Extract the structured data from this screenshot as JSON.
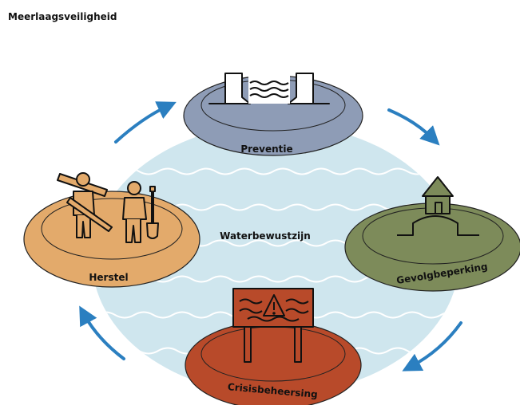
{
  "title": "Meerlaagsveiligheid",
  "center_label": "Waterbewustzijn",
  "islands": {
    "preventie": {
      "label": "Preventie",
      "color": "#8e9cb6"
    },
    "gevolgbeperking": {
      "label": "Gevolgbeperking",
      "color": "#7d8b5a"
    },
    "crisisbeheersing": {
      "label": "Crisisbeheersing",
      "color": "#b84a2a"
    },
    "herstel": {
      "label": "Herstel",
      "color": "#e3aa6b"
    }
  },
  "colors": {
    "water": "#cfe6ee",
    "arrow": "#2b7fc0"
  },
  "icons": [
    "dam-icon",
    "house-on-mound-icon",
    "warning-sign-icon",
    "workers-icon"
  ]
}
